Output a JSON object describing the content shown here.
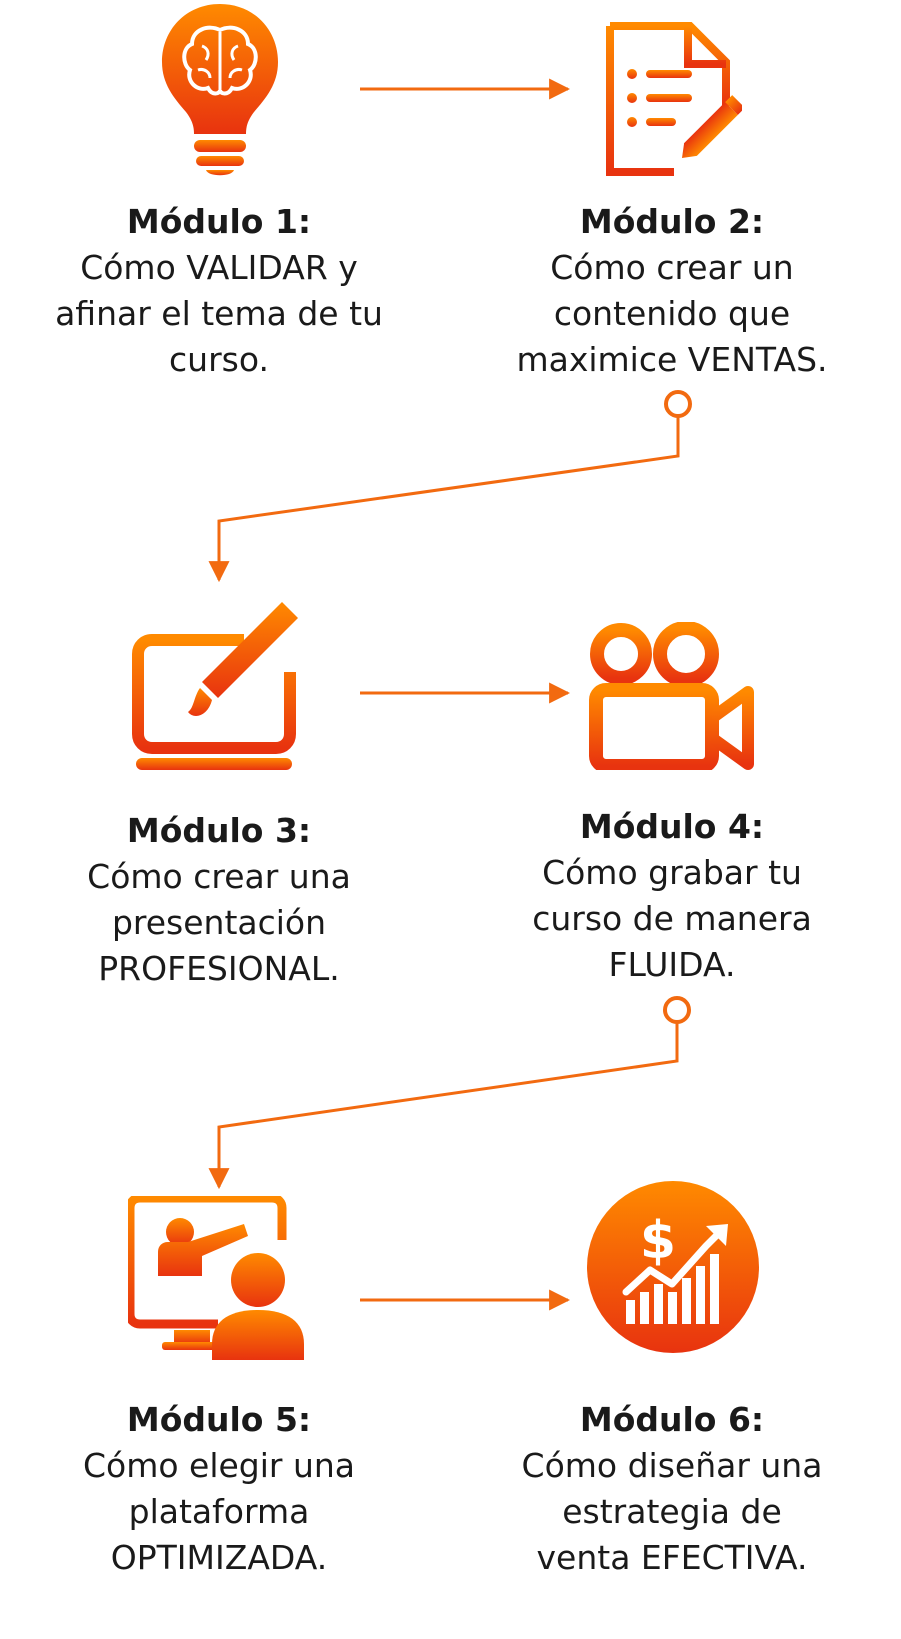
{
  "colors": {
    "accent": "#ff6a00",
    "accent_dark": "#e8330f",
    "text": "#1a1a1a",
    "background": "#ffffff"
  },
  "modules": [
    {
      "title": "Módulo 1:",
      "desc": [
        "Cómo VALIDAR y",
        "afinar el tema de tu",
        "curso."
      ],
      "icon": "lightbulb-brain-icon"
    },
    {
      "title": "Módulo 2:",
      "desc": [
        "Cómo crear un",
        "contenido que",
        "maximice VENTAS."
      ],
      "icon": "document-pencil-icon"
    },
    {
      "title": "Módulo 3:",
      "desc": [
        "Cómo crear una",
        "presentación",
        "PROFESIONAL."
      ],
      "icon": "laptop-brush-icon"
    },
    {
      "title": "Módulo 4:",
      "desc": [
        "Cómo grabar tu",
        "curso de manera",
        "FLUIDA."
      ],
      "icon": "video-camera-icon"
    },
    {
      "title": "Módulo 5:",
      "desc": [
        "Cómo elegir una",
        "plataforma",
        "OPTIMIZADA."
      ],
      "icon": "presenter-screen-icon"
    },
    {
      "title": "Módulo 6:",
      "desc": [
        "Cómo diseñar una",
        "estrategia de",
        "venta EFECTIVA."
      ],
      "icon": "dollar-growth-chart-icon"
    }
  ]
}
